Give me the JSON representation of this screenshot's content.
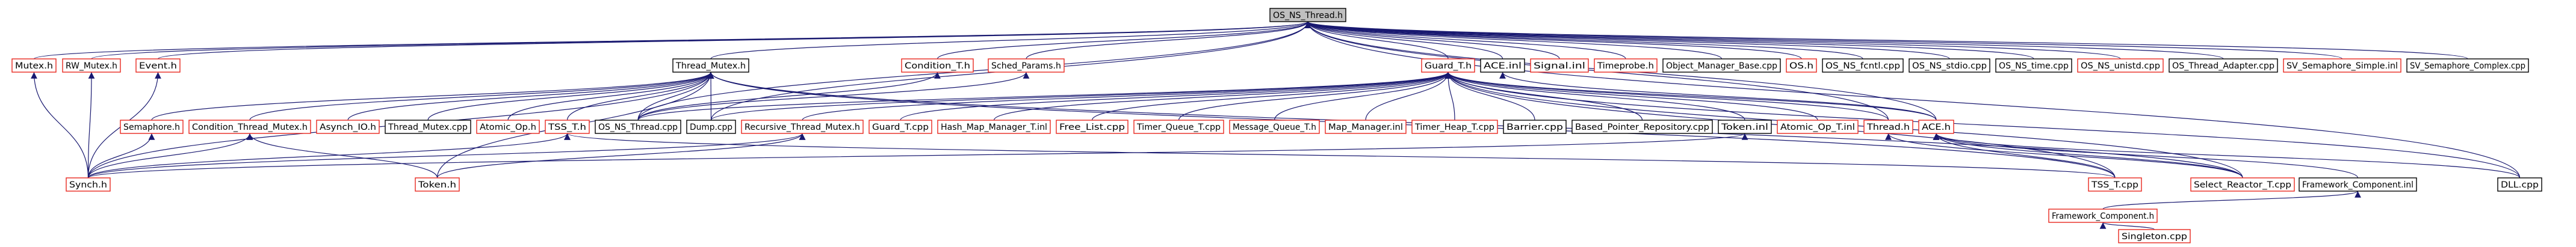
{
  "graph": {
    "root": "n0",
    "colors": {
      "edge": "#191970",
      "documented_border": "#e8281e",
      "undocumented_border": "#000000",
      "root_fill": "#bfbfbf"
    },
    "nodes": [
      {
        "id": "n0",
        "label": "OS_NS_Thread.h",
        "style": "root"
      },
      {
        "id": "n1",
        "label": "Mutex.h",
        "style": "red"
      },
      {
        "id": "n2",
        "label": "RW_Mutex.h",
        "style": "red"
      },
      {
        "id": "n3",
        "label": "Event.h",
        "style": "red"
      },
      {
        "id": "n4",
        "label": "Thread_Mutex.h",
        "style": "black"
      },
      {
        "id": "n5",
        "label": "Condition_T.h",
        "style": "red"
      },
      {
        "id": "n6",
        "label": "Sched_Params.h",
        "style": "red"
      },
      {
        "id": "n7",
        "label": "Guard_T.h",
        "style": "red"
      },
      {
        "id": "n8",
        "label": "ACE.inl",
        "style": "black"
      },
      {
        "id": "n9",
        "label": "Signal.inl",
        "style": "red"
      },
      {
        "id": "n10",
        "label": "Timeprobe.h",
        "style": "red"
      },
      {
        "id": "n11",
        "label": "Object_Manager_Base.cpp",
        "style": "black"
      },
      {
        "id": "n12",
        "label": "OS.h",
        "style": "red"
      },
      {
        "id": "n13",
        "label": "OS_NS_fcntl.cpp",
        "style": "black"
      },
      {
        "id": "n14",
        "label": "OS_NS_stdio.cpp",
        "style": "black"
      },
      {
        "id": "n15",
        "label": "OS_NS_time.cpp",
        "style": "black"
      },
      {
        "id": "n16",
        "label": "OS_NS_unistd.cpp",
        "style": "red"
      },
      {
        "id": "n17",
        "label": "OS_Thread_Adapter.cpp",
        "style": "black"
      },
      {
        "id": "n18",
        "label": "SV_Semaphore_Simple.inl",
        "style": "red"
      },
      {
        "id": "n19",
        "label": "SV_Semaphore_Complex.cpp",
        "style": "black"
      },
      {
        "id": "n20",
        "label": "Semaphore.h",
        "style": "red"
      },
      {
        "id": "n21",
        "label": "Condition_Thread_Mutex.h",
        "style": "red"
      },
      {
        "id": "n22",
        "label": "Asynch_IO.h",
        "style": "red"
      },
      {
        "id": "n23",
        "label": "Thread_Mutex.cpp",
        "style": "black"
      },
      {
        "id": "n24",
        "label": "Atomic_Op.h",
        "style": "red"
      },
      {
        "id": "n25",
        "label": "TSS_T.h",
        "style": "red"
      },
      {
        "id": "n26",
        "label": "OS_NS_Thread.cpp",
        "style": "black"
      },
      {
        "id": "n27",
        "label": "Dump.cpp",
        "style": "black"
      },
      {
        "id": "n28",
        "label": "Recursive_Thread_Mutex.h",
        "style": "red"
      },
      {
        "id": "n29",
        "label": "Guard_T.cpp",
        "style": "red"
      },
      {
        "id": "n30",
        "label": "Hash_Map_Manager_T.inl",
        "style": "red"
      },
      {
        "id": "n31",
        "label": "Free_List.cpp",
        "style": "red"
      },
      {
        "id": "n32",
        "label": "Timer_Queue_T.cpp",
        "style": "red"
      },
      {
        "id": "n33",
        "label": "Message_Queue_T.h",
        "style": "red"
      },
      {
        "id": "n34",
        "label": "Map_Manager.inl",
        "style": "red"
      },
      {
        "id": "n35",
        "label": "Timer_Heap_T.cpp",
        "style": "red"
      },
      {
        "id": "n36",
        "label": "Barrier.cpp",
        "style": "black"
      },
      {
        "id": "n37",
        "label": "Based_Pointer_Repository.cpp",
        "style": "black"
      },
      {
        "id": "n38",
        "label": "Token.inl",
        "style": "black"
      },
      {
        "id": "n39",
        "label": "Atomic_Op_T.inl",
        "style": "red"
      },
      {
        "id": "n40",
        "label": "Thread.h",
        "style": "red"
      },
      {
        "id": "n41",
        "label": "ACE.h",
        "style": "red"
      },
      {
        "id": "n42",
        "label": "Synch.h",
        "style": "red"
      },
      {
        "id": "n43",
        "label": "Token.h",
        "style": "red"
      },
      {
        "id": "n44",
        "label": "TSS_T.cpp",
        "style": "red"
      },
      {
        "id": "n45",
        "label": "Select_Reactor_T.cpp",
        "style": "red"
      },
      {
        "id": "n46",
        "label": "Framework_Component.inl",
        "style": "black"
      },
      {
        "id": "n47",
        "label": "DLL.cpp",
        "style": "black"
      },
      {
        "id": "n48",
        "label": "Framework_Component.h",
        "style": "red"
      },
      {
        "id": "n49",
        "label": "Singleton.cpp",
        "style": "red"
      }
    ],
    "edges": [
      [
        "n0",
        "n1"
      ],
      [
        "n0",
        "n2"
      ],
      [
        "n0",
        "n3"
      ],
      [
        "n0",
        "n4"
      ],
      [
        "n0",
        "n5"
      ],
      [
        "n0",
        "n6"
      ],
      [
        "n0",
        "n7"
      ],
      [
        "n0",
        "n8"
      ],
      [
        "n0",
        "n9"
      ],
      [
        "n0",
        "n10"
      ],
      [
        "n0",
        "n11"
      ],
      [
        "n0",
        "n12"
      ],
      [
        "n0",
        "n13"
      ],
      [
        "n0",
        "n14"
      ],
      [
        "n0",
        "n15"
      ],
      [
        "n0",
        "n16"
      ],
      [
        "n0",
        "n17"
      ],
      [
        "n0",
        "n18"
      ],
      [
        "n0",
        "n19"
      ],
      [
        "n0",
        "n26"
      ],
      [
        "n0",
        "n27"
      ],
      [
        "n0",
        "n40"
      ],
      [
        "n0",
        "n41"
      ],
      [
        "n0",
        "n47"
      ],
      [
        "n1",
        "n42"
      ],
      [
        "n2",
        "n42"
      ],
      [
        "n3",
        "n42"
      ],
      [
        "n4",
        "n20"
      ],
      [
        "n4",
        "n21"
      ],
      [
        "n4",
        "n22"
      ],
      [
        "n4",
        "n23"
      ],
      [
        "n4",
        "n24"
      ],
      [
        "n4",
        "n25"
      ],
      [
        "n4",
        "n26"
      ],
      [
        "n4",
        "n27"
      ],
      [
        "n4",
        "n42"
      ],
      [
        "n4",
        "n43"
      ],
      [
        "n4",
        "n45"
      ],
      [
        "n4",
        "n44"
      ],
      [
        "n5",
        "n26"
      ],
      [
        "n6",
        "n26"
      ],
      [
        "n7",
        "n27"
      ],
      [
        "n7",
        "n28"
      ],
      [
        "n7",
        "n29"
      ],
      [
        "n7",
        "n30"
      ],
      [
        "n7",
        "n31"
      ],
      [
        "n7",
        "n32"
      ],
      [
        "n7",
        "n33"
      ],
      [
        "n7",
        "n34"
      ],
      [
        "n7",
        "n35"
      ],
      [
        "n7",
        "n36"
      ],
      [
        "n7",
        "n37"
      ],
      [
        "n7",
        "n38"
      ],
      [
        "n7",
        "n39"
      ],
      [
        "n7",
        "n40"
      ],
      [
        "n7",
        "n41"
      ],
      [
        "n7",
        "n44"
      ],
      [
        "n7",
        "n45"
      ],
      [
        "n7",
        "n47"
      ],
      [
        "n7",
        "n26"
      ],
      [
        "n8",
        "n41"
      ],
      [
        "n20",
        "n42"
      ],
      [
        "n21",
        "n42"
      ],
      [
        "n21",
        "n43"
      ],
      [
        "n25",
        "n42"
      ],
      [
        "n25",
        "n44"
      ],
      [
        "n28",
        "n43"
      ],
      [
        "n28",
        "n42"
      ],
      [
        "n38",
        "n42"
      ],
      [
        "n40",
        "n45"
      ],
      [
        "n41",
        "n45"
      ],
      [
        "n41",
        "n46"
      ],
      [
        "n41",
        "n47"
      ],
      [
        "n46",
        "n48"
      ],
      [
        "n48",
        "n49"
      ],
      [
        "n41",
        "n44"
      ]
    ]
  }
}
